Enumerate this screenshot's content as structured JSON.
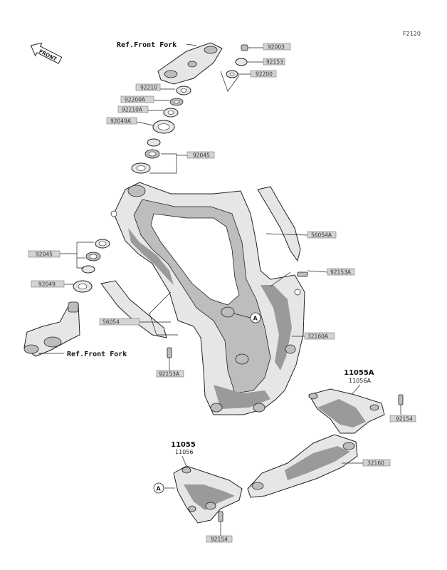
{
  "figure_code": "F2120",
  "front_badge": "FRONT",
  "refs": {
    "front_fork_top": "Ref.Front Fork",
    "front_fork_bottom": "Ref.Front Fork"
  },
  "callout_marker": "A",
  "groups": {
    "g11055a": {
      "code": "11055A",
      "sub": "11056A"
    },
    "g11055": {
      "code": "11055",
      "sub": "11056"
    }
  },
  "part_labels": {
    "p92003": "92003",
    "p92153": "92153",
    "p92200": "92200",
    "p92210": "92210",
    "p92200a": "92200A",
    "p92210a": "92210A",
    "p92049a": "92049A",
    "p92045_top": "92045",
    "p56054a": "56054A",
    "p92153a_right": "92153A",
    "p92045_left": "92045",
    "p92049": "92049",
    "p56054": "56054",
    "p32160a": "32160A",
    "p92153a_bottom": "92153A",
    "p92154_right": "92154",
    "p32160": "32160",
    "p92154_bottom": "92154"
  }
}
